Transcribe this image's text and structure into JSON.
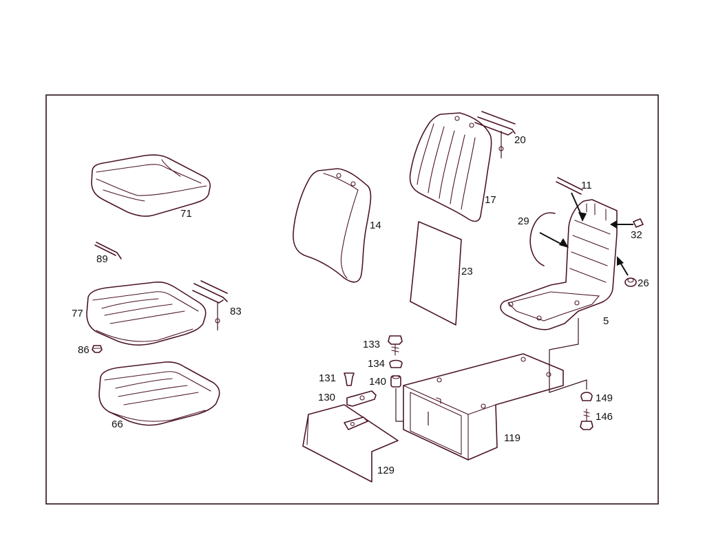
{
  "diagram": {
    "callouts": [
      {
        "id": "p71",
        "label": "71"
      },
      {
        "id": "p89",
        "label": "89"
      },
      {
        "id": "p77",
        "label": "77"
      },
      {
        "id": "p83",
        "label": "83"
      },
      {
        "id": "p86",
        "label": "86"
      },
      {
        "id": "p66",
        "label": "66"
      },
      {
        "id": "p14",
        "label": "14"
      },
      {
        "id": "p17",
        "label": "17"
      },
      {
        "id": "p20",
        "label": "20"
      },
      {
        "id": "p23",
        "label": "23"
      },
      {
        "id": "p11",
        "label": "11"
      },
      {
        "id": "p29",
        "label": "29"
      },
      {
        "id": "p32",
        "label": "32"
      },
      {
        "id": "p26",
        "label": "26"
      },
      {
        "id": "p5",
        "label": "5"
      },
      {
        "id": "p133",
        "label": "133"
      },
      {
        "id": "p134",
        "label": "134"
      },
      {
        "id": "p131",
        "label": "131"
      },
      {
        "id": "p140",
        "label": "140"
      },
      {
        "id": "p130",
        "label": "130"
      },
      {
        "id": "p129",
        "label": "129"
      },
      {
        "id": "p119",
        "label": "119"
      },
      {
        "id": "p149",
        "label": "149"
      },
      {
        "id": "p146",
        "label": "146"
      }
    ]
  }
}
